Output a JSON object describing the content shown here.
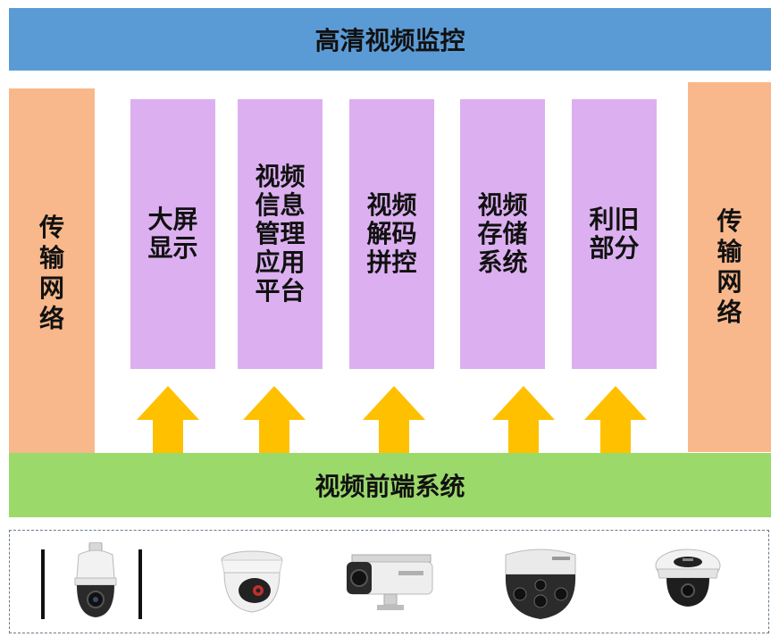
{
  "title": "高清视频监控",
  "left_network": "传输网络",
  "right_network": "传输网络",
  "modules": [
    {
      "label": "大屏显示"
    },
    {
      "label": "视频信息管理应用平台"
    },
    {
      "label": "视频解码拼控"
    },
    {
      "label": "视频存储系统"
    },
    {
      "label": "利旧部分"
    }
  ],
  "front_end": "视频前端系统",
  "colors": {
    "title_bar": "#5b9bd5",
    "network": "#f8b88b",
    "modules": "#dcb0f0",
    "front_end": "#9bd96b",
    "arrows": "#ffc000"
  },
  "cameras": [
    {
      "icon": "ptz-dome-camera-icon"
    },
    {
      "icon": "turret-camera-icon"
    },
    {
      "icon": "bullet-camera-icon"
    },
    {
      "icon": "multi-sensor-dome-camera-icon"
    },
    {
      "icon": "mini-ptz-dome-camera-icon"
    }
  ]
}
